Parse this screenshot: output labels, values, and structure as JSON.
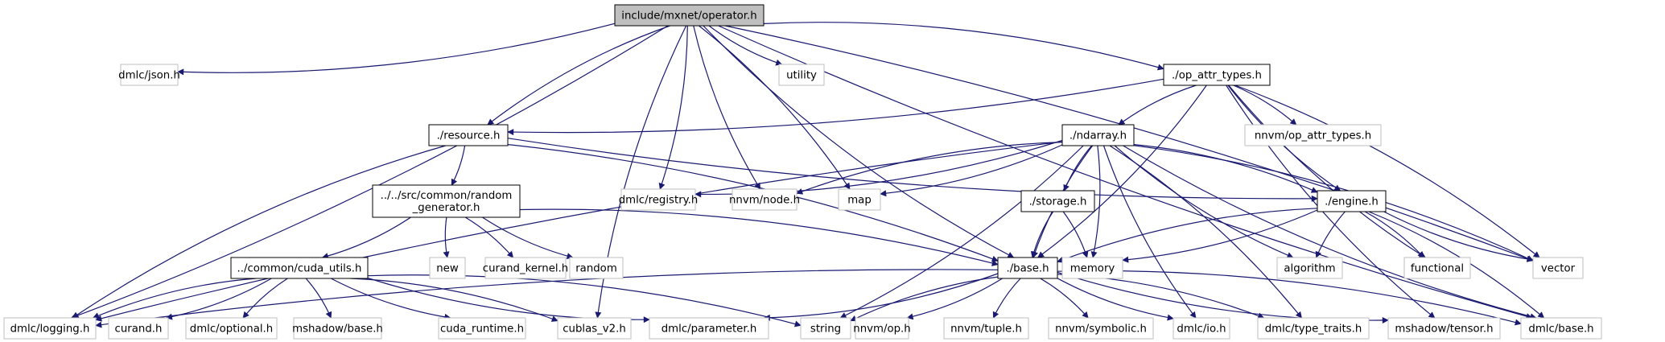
{
  "diagram": {
    "title": "include/mxnet/operator.h",
    "type": "include-dependency-graph",
    "colors": {
      "edge": "#191970",
      "root_fill": "#bfbfbf",
      "root_stroke": "#000000",
      "local_stroke": "#000000",
      "external_stroke": "#bfbfbf",
      "node_fill": "#ffffff"
    },
    "nodes": [
      {
        "id": "operator",
        "label": "include/mxnet/operator.h",
        "kind": "root"
      },
      {
        "id": "json",
        "label": "dmlc/json.h",
        "kind": "external"
      },
      {
        "id": "utility",
        "label": "utility",
        "kind": "external"
      },
      {
        "id": "op_attr_types",
        "label": "./op_attr_types.h",
        "kind": "local"
      },
      {
        "id": "resource",
        "label": "./resource.h",
        "kind": "local"
      },
      {
        "id": "ndarray",
        "label": "./ndarray.h",
        "kind": "local"
      },
      {
        "id": "nnvm_op_attr",
        "label": "nnvm/op_attr_types.h",
        "kind": "external"
      },
      {
        "id": "random_gen",
        "label": "../../src/common/random\n_generator.h",
        "kind": "local"
      },
      {
        "id": "registry",
        "label": "dmlc/registry.h",
        "kind": "external"
      },
      {
        "id": "node",
        "label": "nnvm/node.h",
        "kind": "external"
      },
      {
        "id": "map",
        "label": "map",
        "kind": "external"
      },
      {
        "id": "storage",
        "label": "./storage.h",
        "kind": "local"
      },
      {
        "id": "engine",
        "label": "./engine.h",
        "kind": "local"
      },
      {
        "id": "cuda_utils",
        "label": "../common/cuda_utils.h",
        "kind": "local"
      },
      {
        "id": "new",
        "label": "new",
        "kind": "external"
      },
      {
        "id": "curand_kernel",
        "label": "curand_kernel.h",
        "kind": "external"
      },
      {
        "id": "random",
        "label": "random",
        "kind": "external"
      },
      {
        "id": "base",
        "label": "./base.h",
        "kind": "local"
      },
      {
        "id": "memory",
        "label": "memory",
        "kind": "external"
      },
      {
        "id": "algorithm",
        "label": "algorithm",
        "kind": "external"
      },
      {
        "id": "functional",
        "label": "functional",
        "kind": "external"
      },
      {
        "id": "vector",
        "label": "vector",
        "kind": "external"
      },
      {
        "id": "logging",
        "label": "dmlc/logging.h",
        "kind": "external"
      },
      {
        "id": "curand",
        "label": "curand.h",
        "kind": "external"
      },
      {
        "id": "optional",
        "label": "dmlc/optional.h",
        "kind": "external"
      },
      {
        "id": "mshadow_base",
        "label": "mshadow/base.h",
        "kind": "external"
      },
      {
        "id": "cuda_runtime",
        "label": "cuda_runtime.h",
        "kind": "external"
      },
      {
        "id": "cublas",
        "label": "cublas_v2.h",
        "kind": "external"
      },
      {
        "id": "parameter",
        "label": "dmlc/parameter.h",
        "kind": "external"
      },
      {
        "id": "string",
        "label": "string",
        "kind": "external"
      },
      {
        "id": "nnvm_op",
        "label": "nnvm/op.h",
        "kind": "external"
      },
      {
        "id": "tuple",
        "label": "nnvm/tuple.h",
        "kind": "external"
      },
      {
        "id": "symbolic",
        "label": "nnvm/symbolic.h",
        "kind": "external"
      },
      {
        "id": "io",
        "label": "dmlc/io.h",
        "kind": "external"
      },
      {
        "id": "type_traits",
        "label": "dmlc/type_traits.h",
        "kind": "external"
      },
      {
        "id": "tensor",
        "label": "mshadow/tensor.h",
        "kind": "external"
      },
      {
        "id": "dmlc_base",
        "label": "dmlc/base.h",
        "kind": "external"
      }
    ],
    "edges": [
      [
        "operator",
        "json"
      ],
      [
        "operator",
        "utility"
      ],
      [
        "operator",
        "op_attr_types"
      ],
      [
        "operator",
        "resource"
      ],
      [
        "operator",
        "registry"
      ],
      [
        "operator",
        "node"
      ],
      [
        "operator",
        "map"
      ],
      [
        "operator",
        "base"
      ],
      [
        "operator",
        "logging"
      ],
      [
        "operator",
        "cublas"
      ],
      [
        "operator",
        "vector"
      ],
      [
        "operator",
        "dmlc_base"
      ],
      [
        "op_attr_types",
        "resource"
      ],
      [
        "op_attr_types",
        "ndarray"
      ],
      [
        "op_attr_types",
        "base"
      ],
      [
        "op_attr_types",
        "engine"
      ],
      [
        "op_attr_types",
        "nnvm_op_attr"
      ],
      [
        "op_attr_types",
        "functional"
      ],
      [
        "op_attr_types",
        "vector"
      ],
      [
        "op_attr_types",
        "tensor"
      ],
      [
        "resource",
        "random_gen"
      ],
      [
        "resource",
        "logging"
      ],
      [
        "resource",
        "base"
      ],
      [
        "resource",
        "engine"
      ],
      [
        "ndarray",
        "registry"
      ],
      [
        "ndarray",
        "node"
      ],
      [
        "ndarray",
        "map"
      ],
      [
        "ndarray",
        "storage"
      ],
      [
        "ndarray",
        "engine"
      ],
      [
        "ndarray",
        "base"
      ],
      [
        "ndarray",
        "memory"
      ],
      [
        "ndarray",
        "algorithm"
      ],
      [
        "ndarray",
        "vector"
      ],
      [
        "ndarray",
        "logging"
      ],
      [
        "ndarray",
        "string"
      ],
      [
        "ndarray",
        "io"
      ],
      [
        "ndarray",
        "type_traits"
      ],
      [
        "ndarray",
        "dmlc_base"
      ],
      [
        "random_gen",
        "cuda_utils"
      ],
      [
        "random_gen",
        "new"
      ],
      [
        "random_gen",
        "curand_kernel"
      ],
      [
        "random_gen",
        "random"
      ],
      [
        "random_gen",
        "base"
      ],
      [
        "storage",
        "base"
      ],
      [
        "storage",
        "memory"
      ],
      [
        "engine",
        "base"
      ],
      [
        "engine",
        "memory"
      ],
      [
        "engine",
        "algorithm"
      ],
      [
        "engine",
        "functional"
      ],
      [
        "engine",
        "vector"
      ],
      [
        "engine",
        "dmlc_base"
      ],
      [
        "cuda_utils",
        "logging"
      ],
      [
        "cuda_utils",
        "curand"
      ],
      [
        "cuda_utils",
        "optional"
      ],
      [
        "cuda_utils",
        "mshadow_base"
      ],
      [
        "cuda_utils",
        "cuda_runtime"
      ],
      [
        "cuda_utils",
        "cublas"
      ],
      [
        "cuda_utils",
        "parameter"
      ],
      [
        "cuda_utils",
        "string"
      ],
      [
        "base",
        "logging"
      ],
      [
        "base",
        "parameter"
      ],
      [
        "base",
        "string"
      ],
      [
        "base",
        "nnvm_op"
      ],
      [
        "base",
        "tuple"
      ],
      [
        "base",
        "symbolic"
      ],
      [
        "base",
        "io"
      ],
      [
        "base",
        "type_traits"
      ],
      [
        "base",
        "tensor"
      ],
      [
        "base",
        "dmlc_base"
      ]
    ]
  }
}
